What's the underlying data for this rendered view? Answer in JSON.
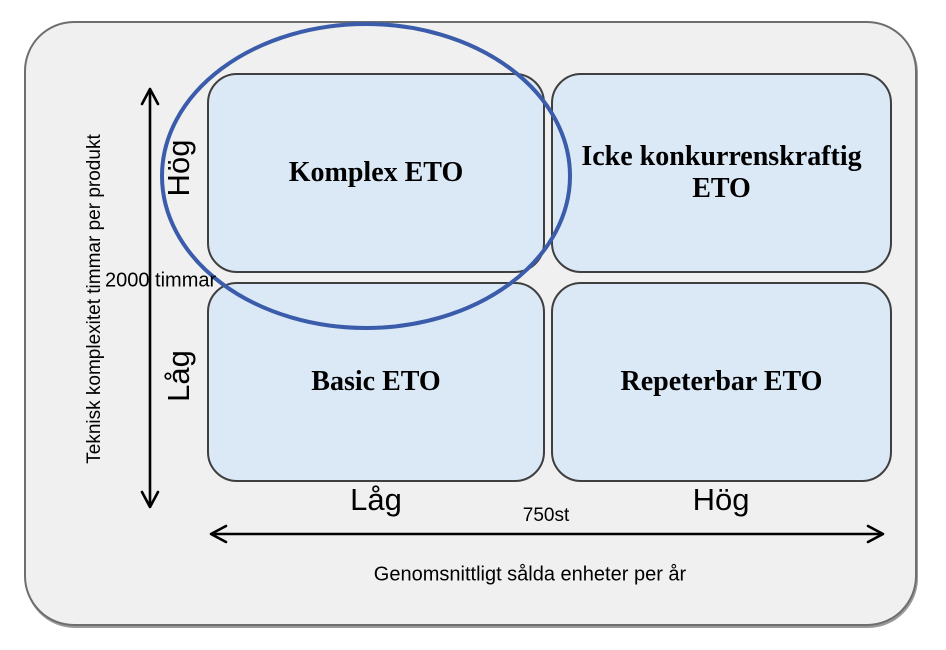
{
  "diagram": {
    "type": "2x2-matrix",
    "quadrants": {
      "top_left": {
        "label": "Komplex ETO"
      },
      "top_right": {
        "label": "Icke konkurrenskraftig ETO"
      },
      "bottom_left": {
        "label": "Basic ETO"
      },
      "bottom_right": {
        "label": "Repeterbar ETO"
      }
    },
    "y_axis": {
      "title": "Teknisk komplexitet timmar per produkt",
      "high_label": "Hög",
      "low_label": "Låg",
      "threshold_label": "2000 timmar"
    },
    "x_axis": {
      "title": "Genomsnittligt sålda enheter per år",
      "high_label": "Hög",
      "low_label": "Låg",
      "threshold_label": "750st"
    },
    "highlight": {
      "shape": "ellipse",
      "around_quadrant": "Komplex ETO",
      "stroke_color": "#3a5caa"
    },
    "colors": {
      "page_background": "#ffffff",
      "panel_background": "#f0f0f0",
      "panel_border": "#6e6e6e",
      "quadrant_fill": "#dbe9f7",
      "quadrant_border": "#3f3f3f",
      "axis_arrow": "#000000",
      "text": "#000000"
    }
  }
}
